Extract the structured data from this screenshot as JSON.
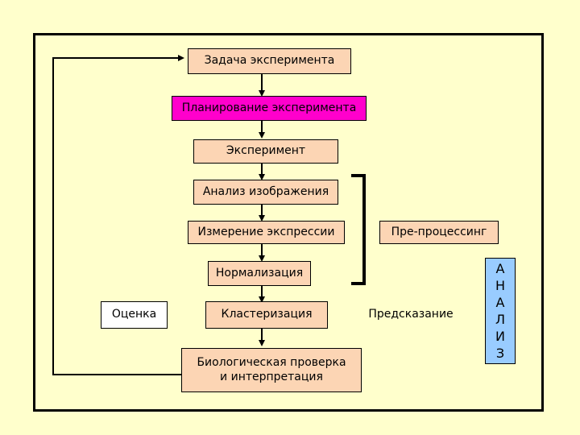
{
  "boxes": {
    "task": "Задача эксперимента",
    "planning": "Планирование эксперимента",
    "experiment": "Эксперимент",
    "image_analysis": "Анализ изображения",
    "expression": "Измерение экспрессии",
    "preprocessing": "Пре-процессинг",
    "normalization": "Нормализация",
    "evaluation": "Оценка",
    "clustering": "Кластеризация",
    "prediction": "Предсказание",
    "validation": "Биологическая проверка\nи интерпретация"
  },
  "analysis_letters": [
    "А",
    "Н",
    "А",
    "Л",
    "И",
    "З"
  ],
  "colors": {
    "background": "#ffffcc",
    "box_fill": "#fcd5b4",
    "planning_fill": "#ff00cc",
    "analysis_fill": "#99ccff"
  }
}
